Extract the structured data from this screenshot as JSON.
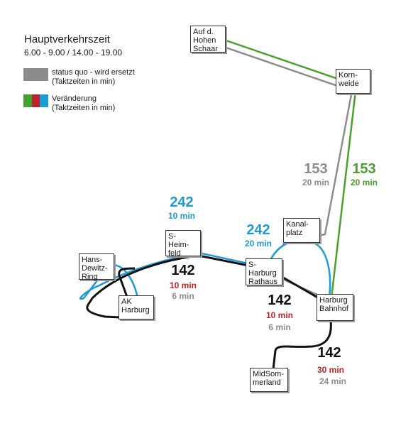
{
  "header": {
    "title": "Hauptverkehrszeit",
    "subtitle": "6.00 - 9.00 / 14.00 - 19.00"
  },
  "legend": [
    {
      "label": "status quo - wird ersetzt\n(Taktzeiten in min)",
      "colors": [
        "#8c8c8c"
      ]
    },
    {
      "label": "Veränderung\n(Taktzeiten in min)",
      "colors": [
        "#43a12f",
        "#c0222b",
        "#1e9ad6"
      ]
    }
  ],
  "colors": {
    "grey": "#8c8c8c",
    "green": "#4aa02c",
    "red": "#c0222b",
    "blue": "#1e9ad6",
    "black": "#111111"
  },
  "stops": [
    {
      "id": "auf-d-hohen-schaar",
      "label": "Auf d.\nHohen\nSchaar"
    },
    {
      "id": "kornweide",
      "label": "Korn-\nweide"
    },
    {
      "id": "kanalplatz",
      "label": "Kanal-\nplatz"
    },
    {
      "id": "s-heimfeld",
      "label": "S-\nHeim-\nfeld"
    },
    {
      "id": "hans-dewitz-ring",
      "label": "Hans-\nDewitz-\nRing"
    },
    {
      "id": "ak-harburg",
      "label": "AK\nHarburg"
    },
    {
      "id": "s-harburg-rathaus",
      "label": "S-\nHarburg\nRathaus"
    },
    {
      "id": "harburg-bahnhof",
      "label": "Harburg\nBahnhof"
    },
    {
      "id": "midsommerland",
      "label": "MidSom-\nmerland"
    }
  ],
  "line_labels": [
    {
      "id": "153-grey",
      "line": "153",
      "interval": "20 min",
      "line_color": "#8c8c8c",
      "interval_color": "#8c8c8c"
    },
    {
      "id": "153-green",
      "line": "153",
      "interval": "20 min",
      "line_color": "#4aa02c",
      "interval_color": "#4aa02c"
    },
    {
      "id": "242-heimfeld",
      "line": "242",
      "interval": "10 min",
      "line_color": "#1e9ad6",
      "interval_color": "#1e9ad6"
    },
    {
      "id": "242-rathaus",
      "line": "242",
      "interval": "20 min",
      "line_color": "#1e9ad6",
      "interval_color": "#1e9ad6"
    },
    {
      "id": "142-heimfeld",
      "line": "142",
      "interval": "10 min",
      "interval2": "6 min",
      "line_color": "#111111",
      "interval_color": "#c0222b",
      "interval2_color": "#8c8c8c"
    },
    {
      "id": "142-rathaus",
      "line": "142",
      "interval": "10 min",
      "interval2": "6 min",
      "line_color": "#111111",
      "interval_color": "#c0222b",
      "interval2_color": "#8c8c8c"
    },
    {
      "id": "142-bahnhof",
      "line": "142",
      "interval": "30 min",
      "interval2": "24 min",
      "line_color": "#111111",
      "interval_color": "#c0222b",
      "interval2_color": "#8c8c8c"
    }
  ]
}
